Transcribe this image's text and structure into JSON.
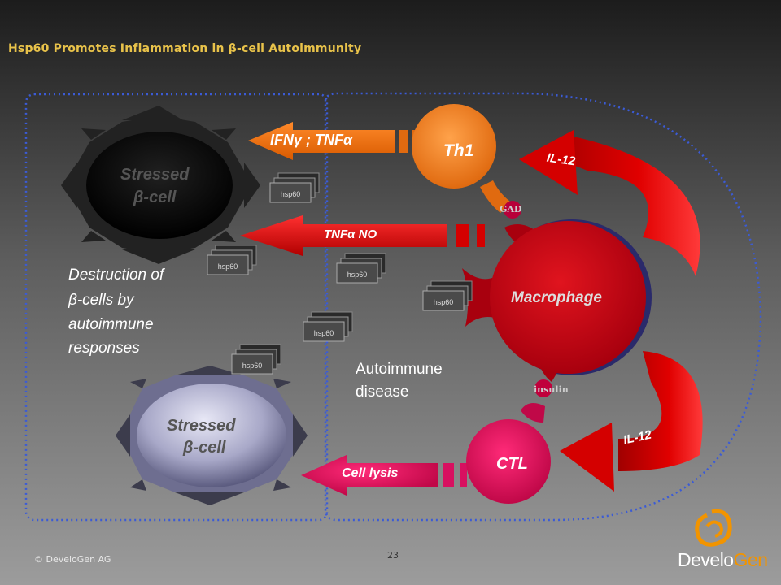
{
  "title": "Hsp60 Promotes Inflammation in β-cell Autoimmunity",
  "cells": {
    "stressed_top": {
      "line1": "Stressed",
      "line2": "β-cell"
    },
    "stressed_bottom": {
      "line1": "Stressed",
      "line2": "β-cell"
    },
    "th1": "Th1",
    "macrophage": "Macrophage",
    "ctl": "CTL"
  },
  "arrows": {
    "ifn": "IFNγ ; TNFα",
    "tnf_no": "TNFα  NO",
    "cell_lysis": "Cell lysis",
    "il12_top": "IL-12",
    "il12_bottom": "IL-12"
  },
  "antigens": {
    "gad": "GAD",
    "insulin": "insulin"
  },
  "hsp_label": "hsp60",
  "texts": {
    "destruction": [
      "Destruction of",
      "β-cells by",
      "autoimmune",
      "responses"
    ],
    "autoimmune": [
      "Autoimmune",
      "disease"
    ]
  },
  "footer": {
    "copyright": "© DeveloGen AG",
    "page": "23",
    "logo_part1": "Develo",
    "logo_part2": "Gen"
  },
  "colors": {
    "title": "#e8c24a",
    "th1": "#f07c1e",
    "macrophage": "#c4001a",
    "ctl": "#e0155e",
    "arrow_red": "#d40000",
    "dotted_border": "#3b5bd6"
  }
}
